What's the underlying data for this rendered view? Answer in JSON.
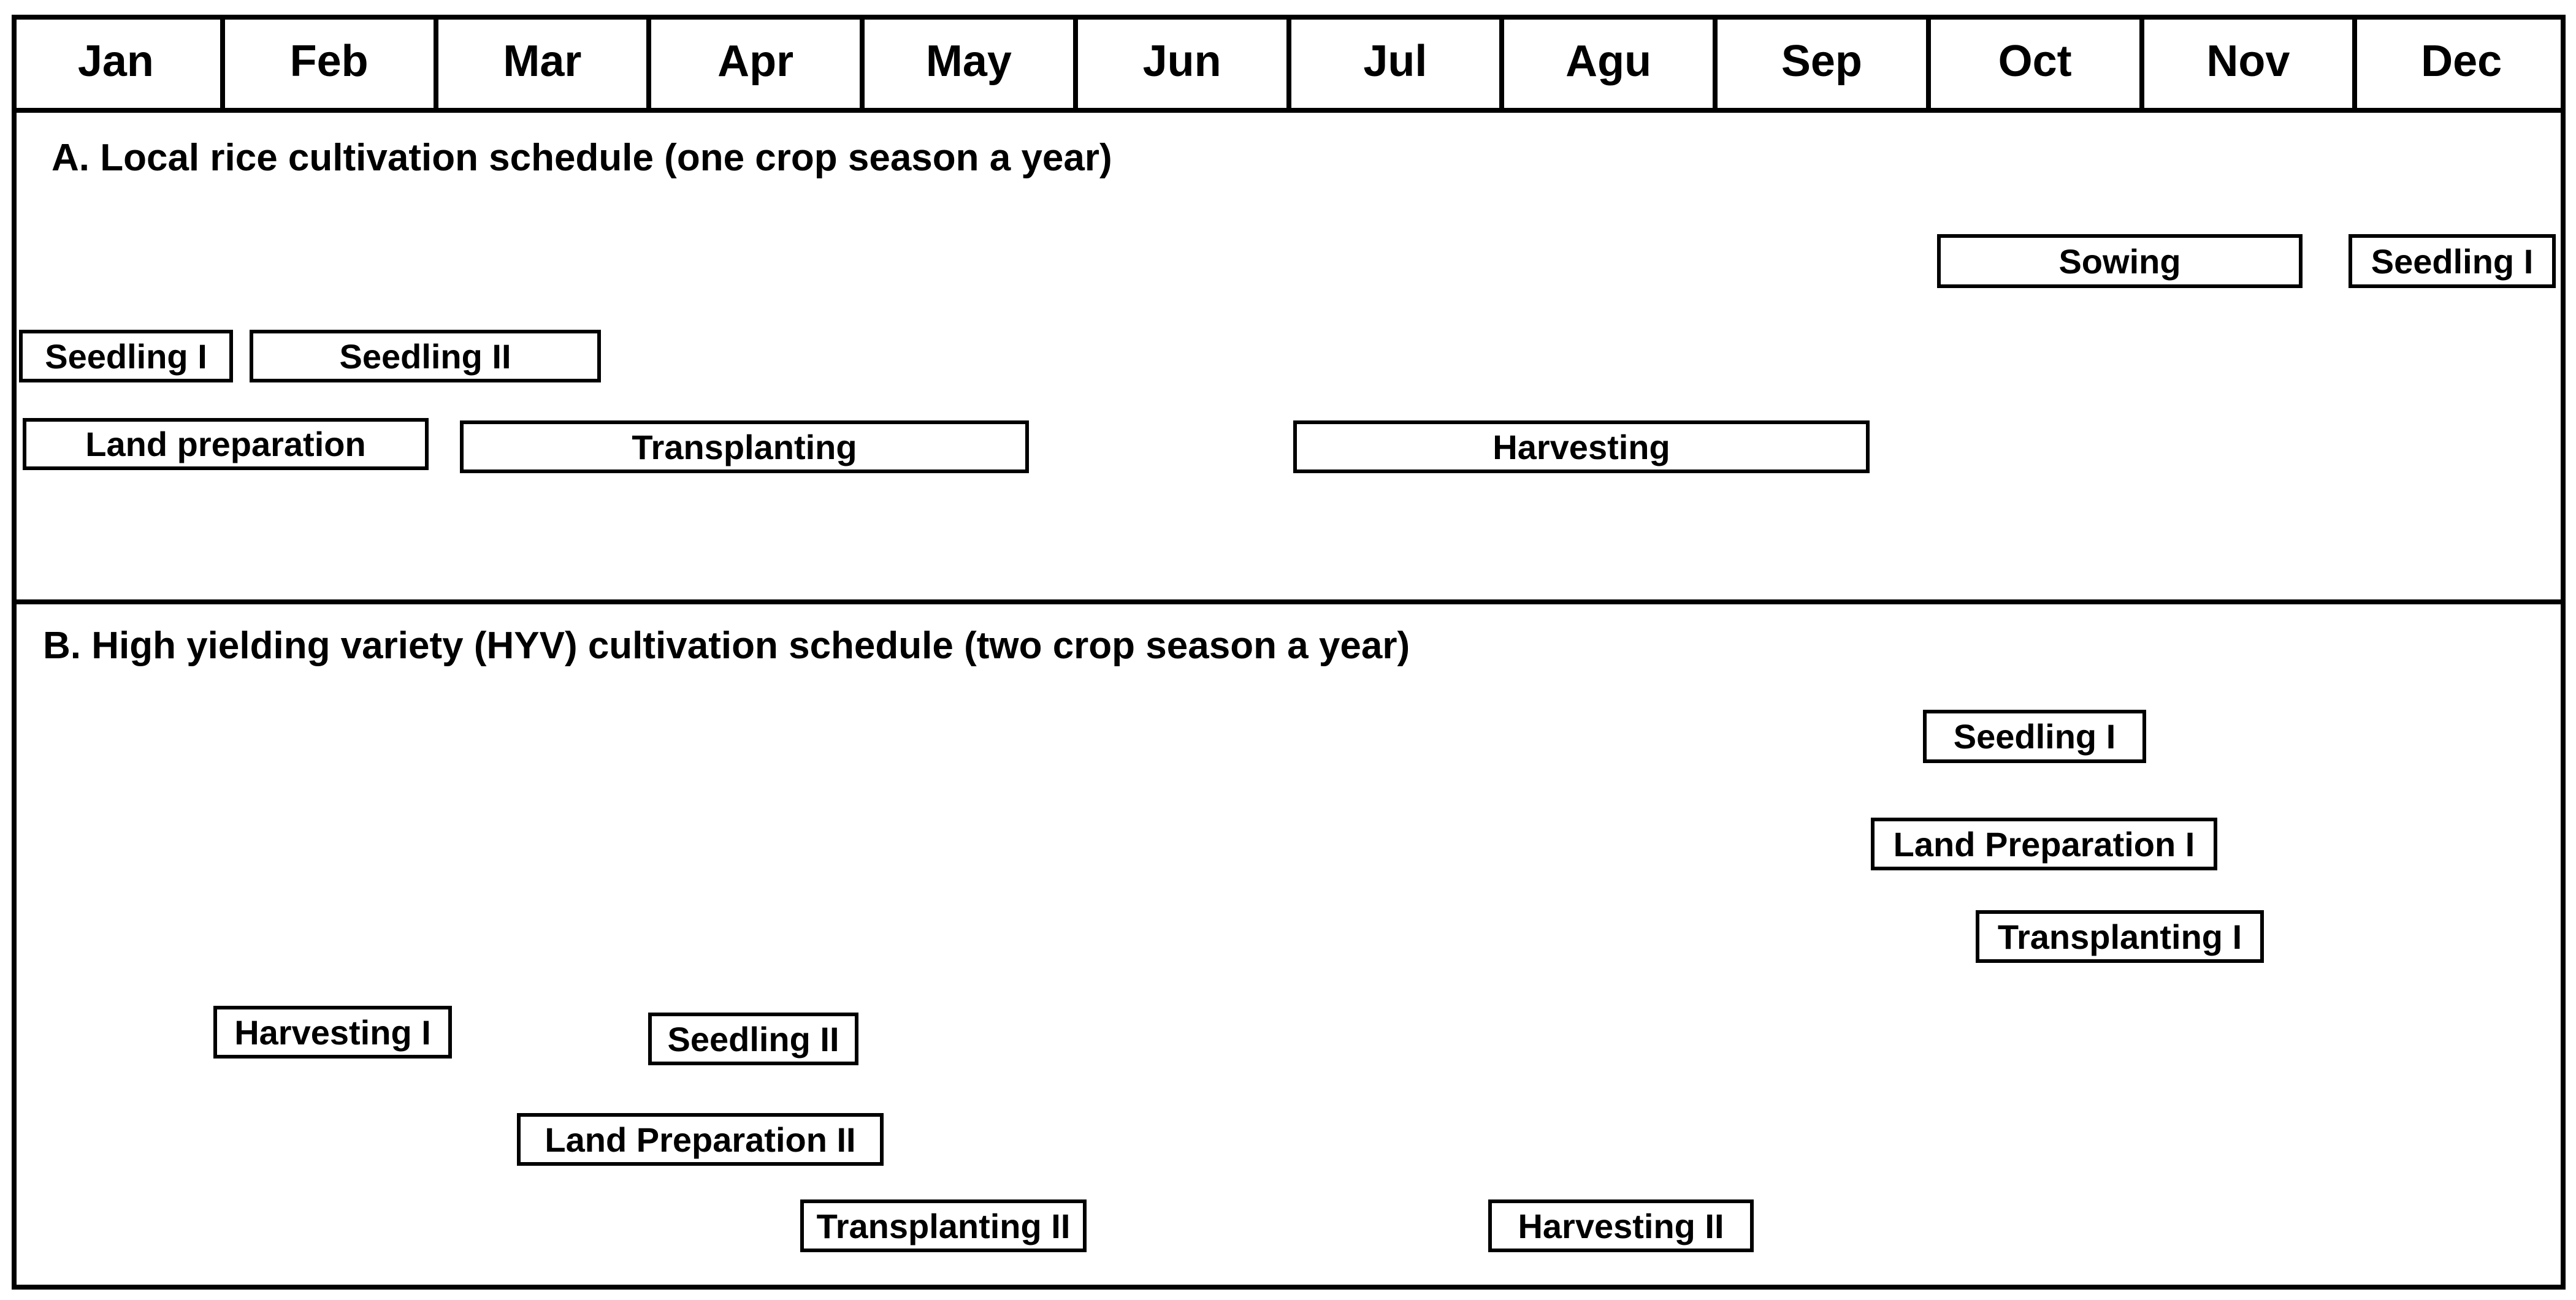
{
  "months": [
    "Jan",
    "Feb",
    "Mar",
    "Apr",
    "May",
    "Jun",
    "Jul",
    "Agu",
    "Sep",
    "Oct",
    "Nov",
    "Dec"
  ],
  "sections": {
    "a": {
      "title": "A. Local rice cultivation schedule (one crop season a year)",
      "activities": {
        "sowing": "Sowing",
        "seedling_i_dec": "Seedling I",
        "seedling_i_jan": "Seedling I",
        "seedling_ii": "Seedling II",
        "land_preparation": "Land preparation",
        "transplanting": "Transplanting",
        "harvesting": "Harvesting"
      }
    },
    "b": {
      "title": "B. High yielding variety (HYV) cultivation schedule (two crop season a year)",
      "activities": {
        "seedling_i": "Seedling I",
        "land_preparation_i": "Land Preparation I",
        "transplanting_i": "Transplanting I",
        "harvesting_i": "Harvesting I",
        "seedling_ii": "Seedling II",
        "land_preparation_ii": "Land Preparation II",
        "transplanting_ii": "Transplanting II",
        "harvesting_ii": "Harvesting  II"
      }
    }
  }
}
